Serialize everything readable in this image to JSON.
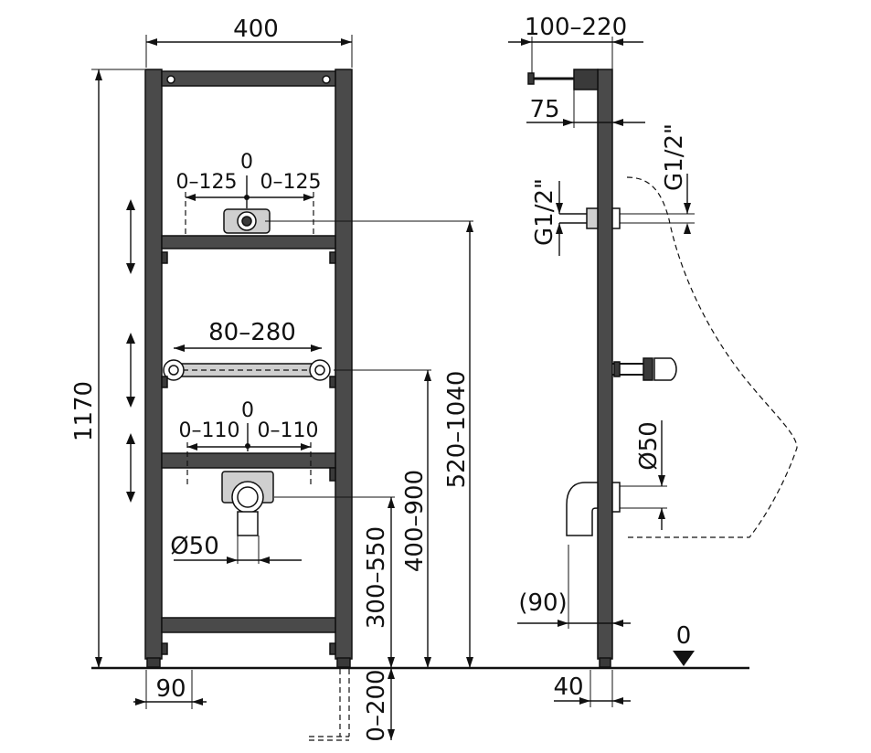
{
  "labels": {
    "width_400": "400",
    "height_1170": "1170",
    "offset_0_top": "0",
    "range_0_125_left": "0–125",
    "range_0_125_right": "0–125",
    "range_80_280": "80–280",
    "offset_0_mid": "0",
    "range_0_110_left": "0–110",
    "range_0_110_right": "0–110",
    "dia_50_front": "Ø50",
    "foot_90": "90",
    "range_0_200": "0–200",
    "range_300_550": "300–550",
    "range_400_900": "400–900",
    "range_520_1040": "520–1040",
    "range_100_220": "100–220",
    "offset_75": "75",
    "thread_g12_right": "G1/2\"",
    "thread_g12_left": "G1/2\"",
    "dia_50_side": "Ø50",
    "offset_90_paren": "(90)",
    "depth_40": "40",
    "floor_0": "0"
  },
  "colors": {
    "frame": "#4a4a4a",
    "line": "#111111",
    "background": "#ffffff"
  }
}
